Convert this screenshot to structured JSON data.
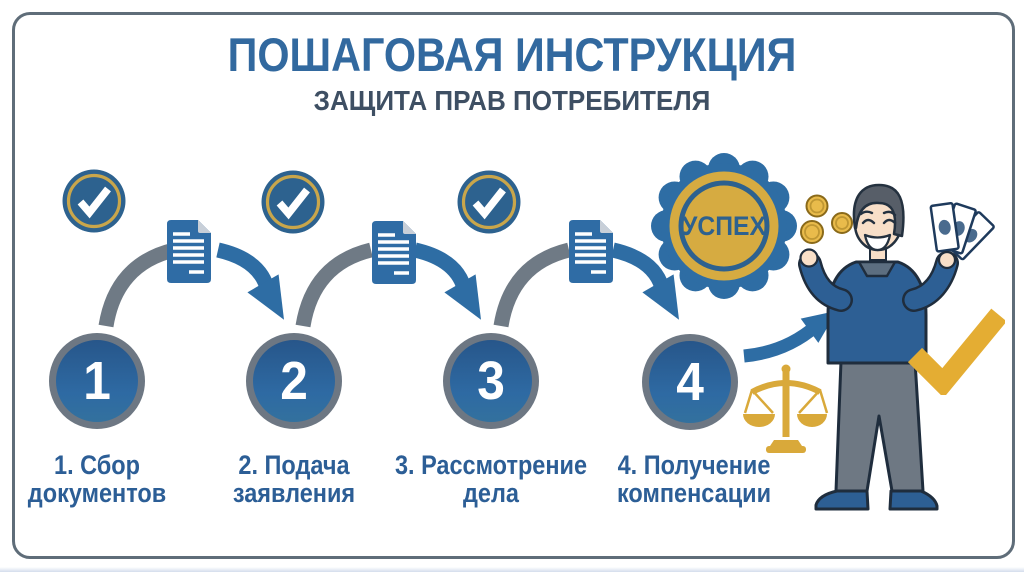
{
  "header": {
    "title": "ПОШАГОВАЯ ИНСТРУКЦИЯ",
    "subtitle": "ЗАЩИТА ПРАВ ПОТРЕБИТЕЛЯ"
  },
  "steps": [
    {
      "number": "1",
      "label_line1": "1. Сбор",
      "label_line2": "документов"
    },
    {
      "number": "2",
      "label_line1": "2. Подача",
      "label_line2": "заявления"
    },
    {
      "number": "3",
      "label_line1": "3. Рассмотрение",
      "label_line2": "дела"
    },
    {
      "number": "4",
      "label_line1": "4. Получение",
      "label_line2": "компенсации"
    }
  ],
  "success_badge": {
    "label": "УСПЕХ"
  },
  "icons": {
    "check_badge": "white checkmark in blue circle with gold ring",
    "document": "blue document sheet with white text lines",
    "flow_arrow": "curved arrow gray to blue",
    "success_rosette": "blue rosette badge with gold center",
    "coins": "gold coins",
    "banknotes": "fan of blue banknotes",
    "scales": "gold scales of justice",
    "gold_checkmark": "large gold checkmark",
    "person": "smiling man holding coins and banknotes"
  },
  "colors": {
    "primary_blue": "#2e6da4",
    "dark_blue": "#2d5f94",
    "steel_blue": "#32699f",
    "slate_text": "#3e4f63",
    "ring_gray": "#6d7783",
    "arc_gray": "#6f7a85",
    "gold": "#d6ab41",
    "gold_bright": "#e4ad33",
    "white": "#ffffff"
  }
}
